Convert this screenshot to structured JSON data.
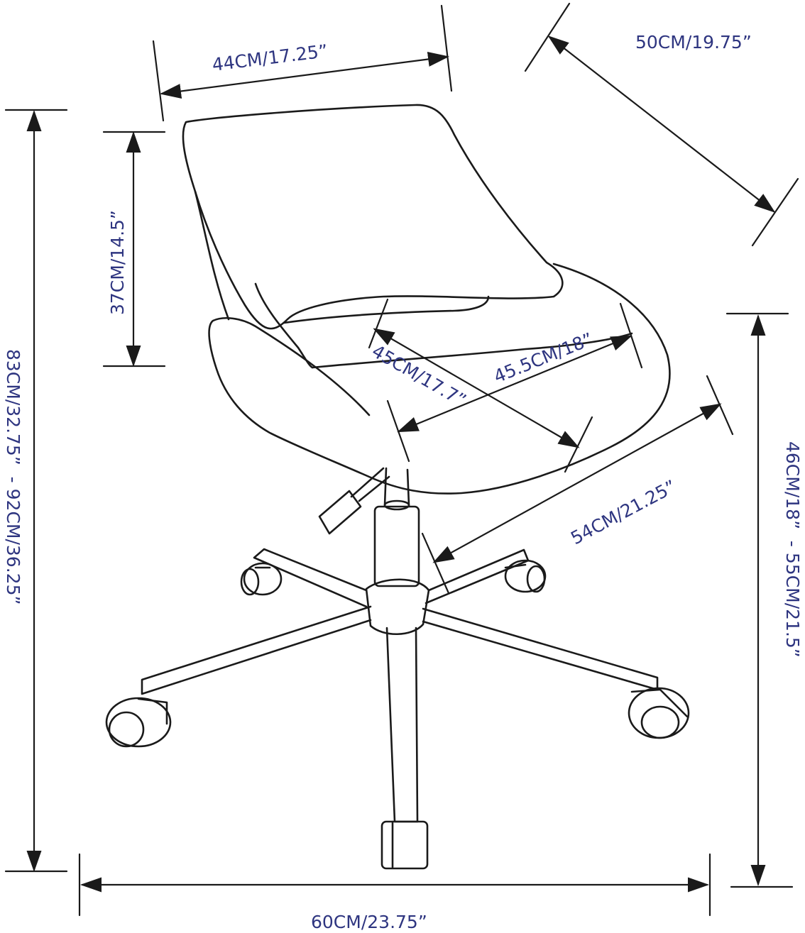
{
  "dimensions": {
    "seat_width": "44CM/17.25”",
    "seat_depth_overall": "50CM/19.75”",
    "back_height": "37CM/14.5”",
    "overall_height": "83CM/32.75”  - 92CM/36.25”",
    "seat_depth": "45CM/17.7”",
    "seat_inner_width": "45.5CM/18”",
    "base_radius": "54CM/21.25”",
    "seat_height": "46CM/18”  - 55CM/21.5”",
    "base_width": "60CM/23.75”"
  },
  "colors": {
    "label_text": "#2e3580",
    "line_art": "#1a1a1a"
  }
}
